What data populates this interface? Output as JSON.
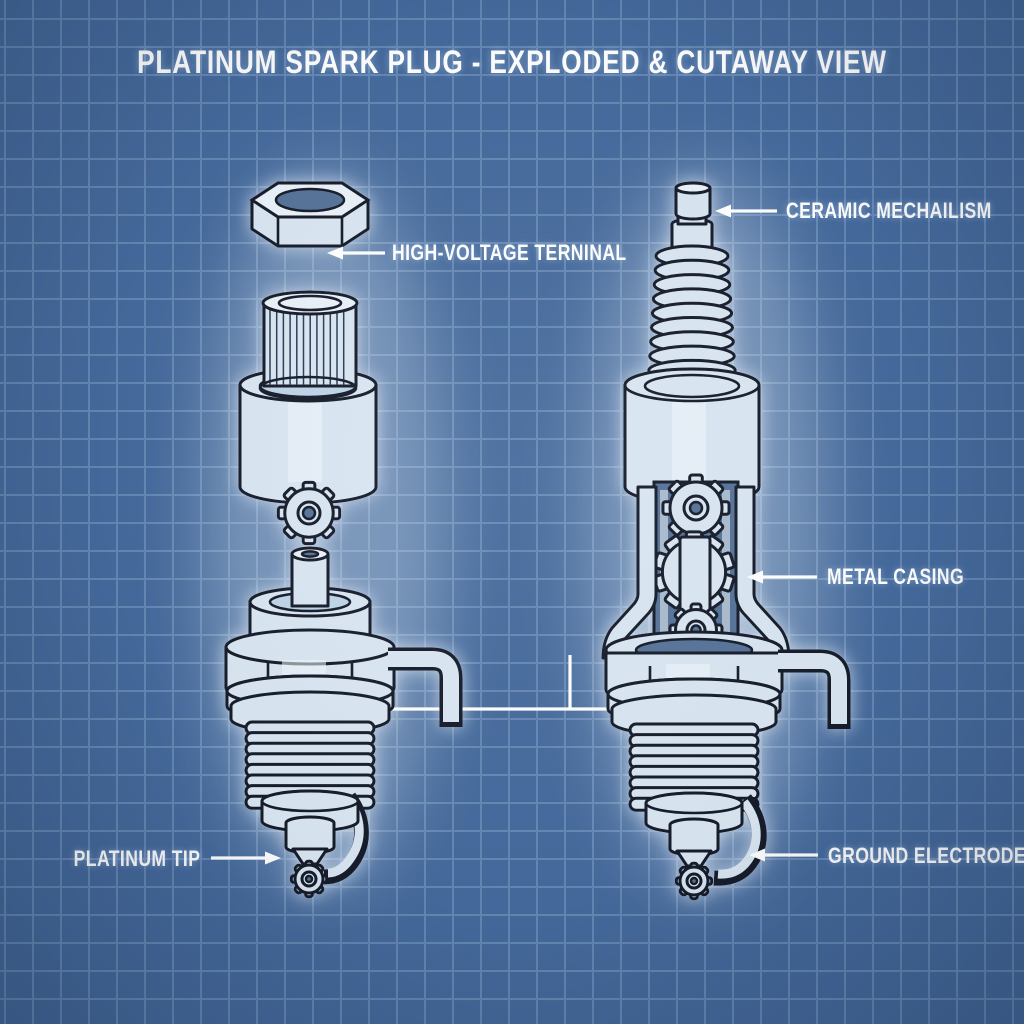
{
  "title": "PLATINUM SPARK PLUG - EXPLODED & CUTAWAY VIEW",
  "callouts": {
    "high_voltage_terminal": {
      "label": "HIGH-VOLTAGE TERNINAL"
    },
    "ceramic_mechanism": {
      "label": "CERAMIC MECHAILISM"
    },
    "metal_casing": {
      "label": "METAL CASING"
    },
    "platinum_tip": {
      "label": "PLATINUM TIP"
    },
    "ground_electrode": {
      "label": "GROUND ELECTRODE"
    }
  },
  "style": {
    "background": "#456A9C",
    "grid_line": "#7FA0C6",
    "part_fill": "#D9E6F2",
    "part_highlight": "#EAF1F9",
    "part_shade": "#BFD4E8",
    "interior": "#567398",
    "outline": "#131D29",
    "label_color": "#FFFFFF"
  }
}
